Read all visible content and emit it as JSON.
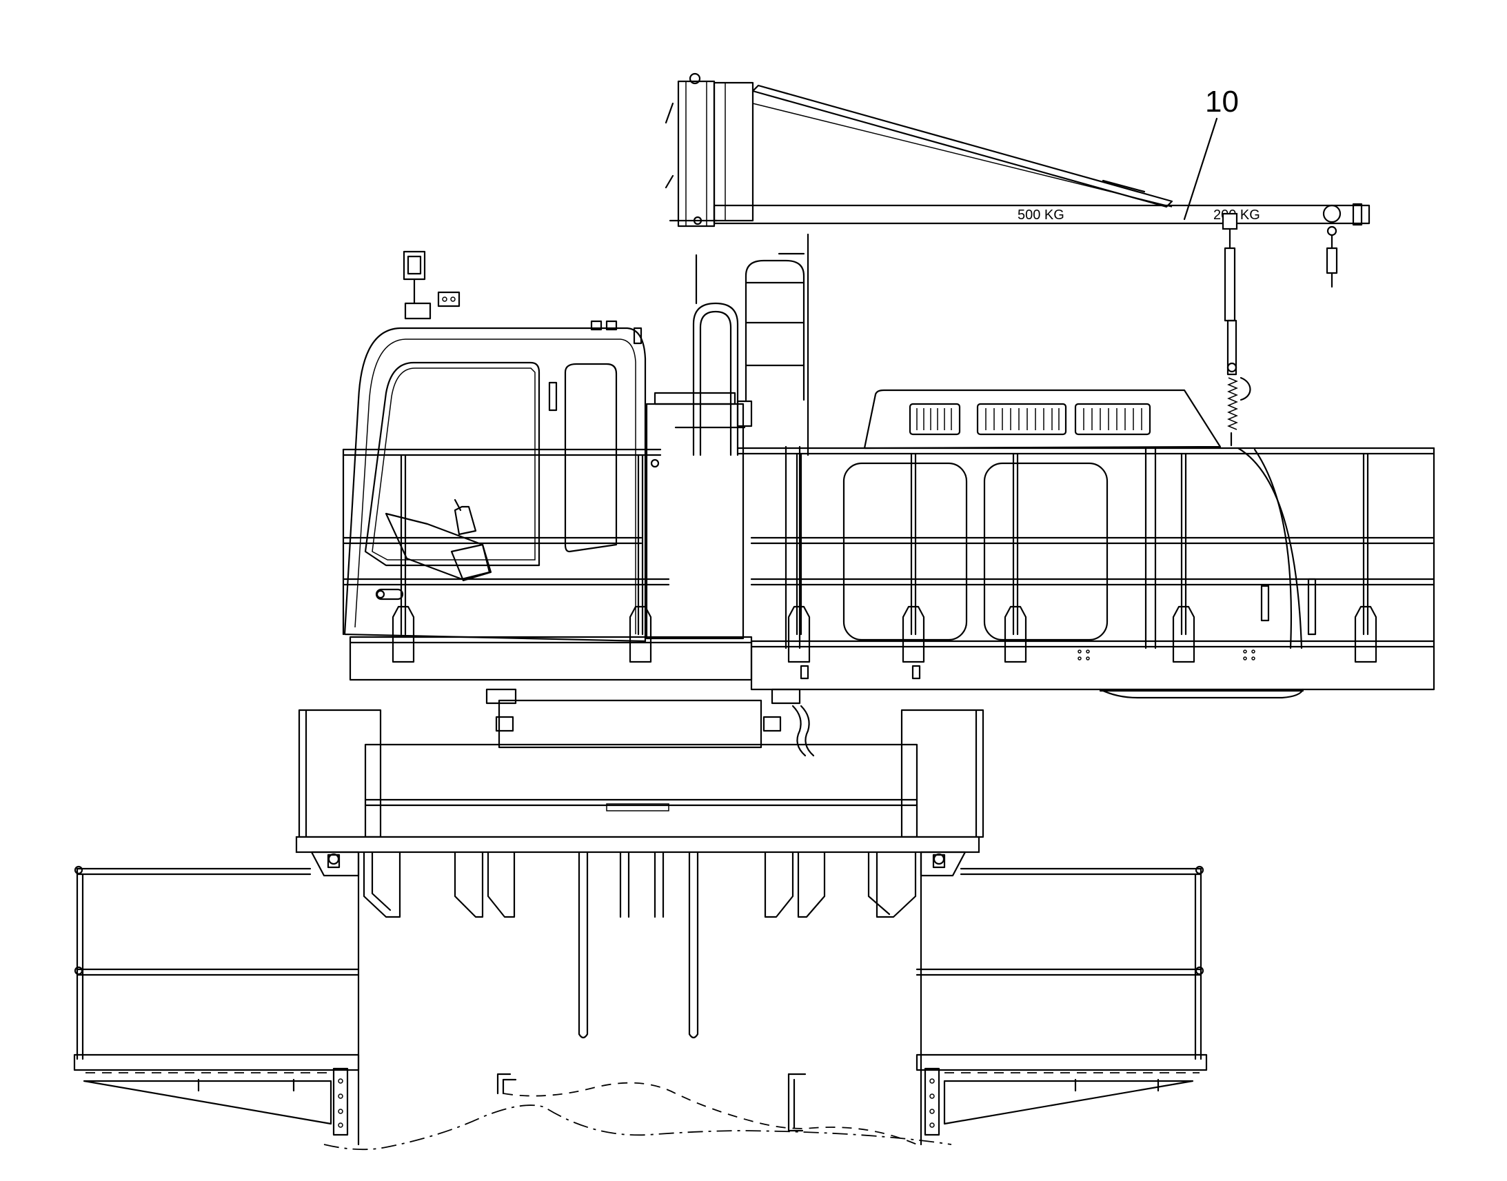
{
  "callout": {
    "number": "10"
  },
  "crane": {
    "capacity_inner": "500 KG",
    "capacity_outer": "200 KG"
  }
}
